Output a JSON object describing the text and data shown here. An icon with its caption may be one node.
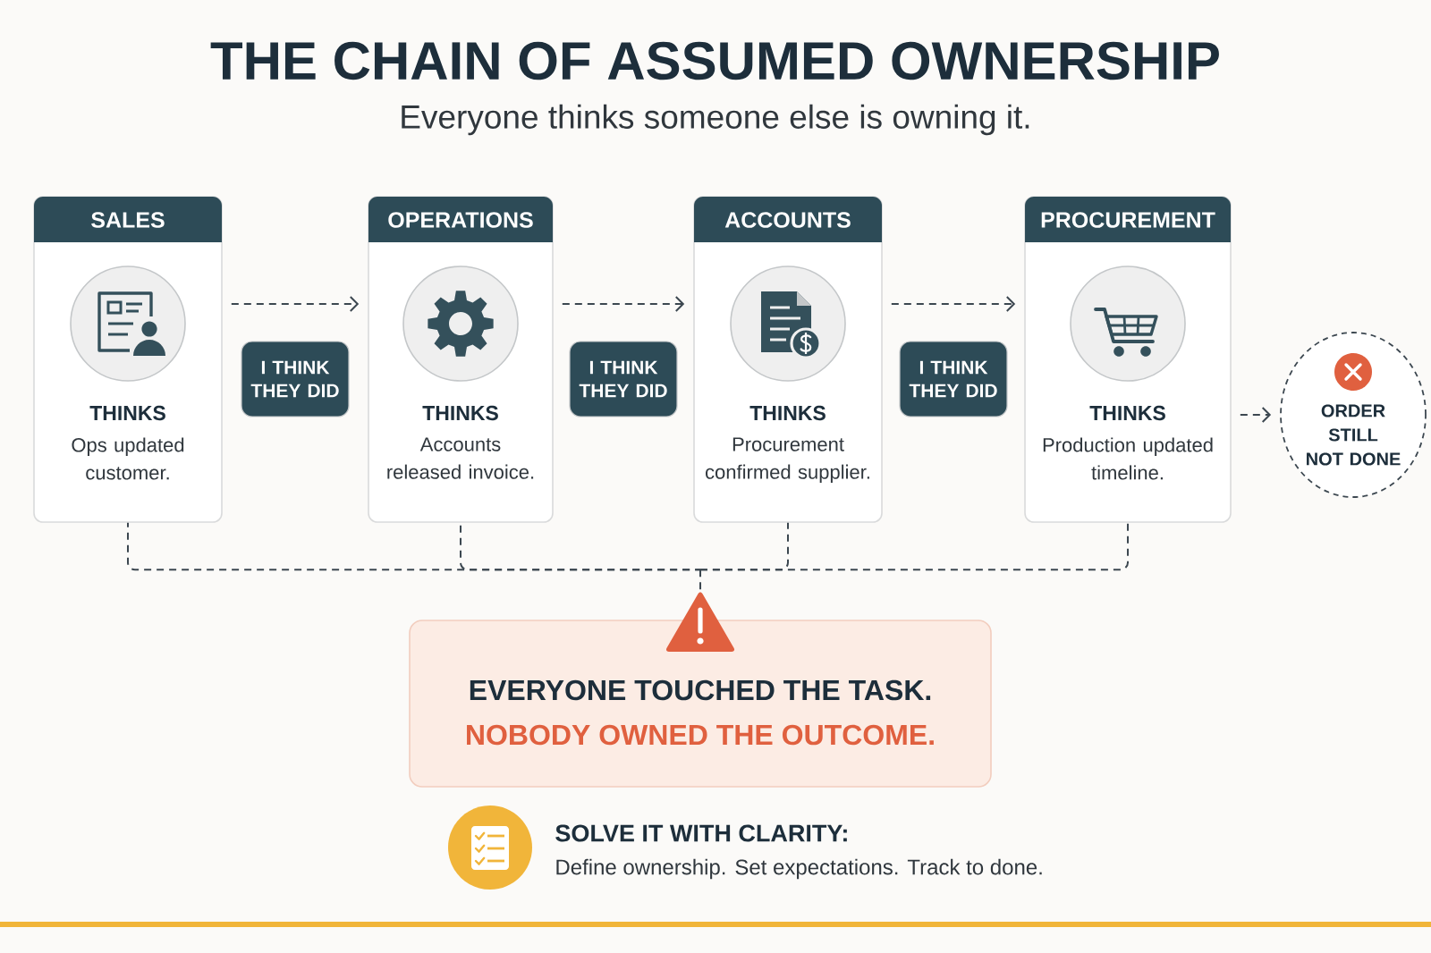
{
  "diagram": {
    "title": "THE CHAIN OF ASSUMED OWNERSHIP",
    "nodes": [
      {
        "text": [
          "SALES",
          "THINKS",
          "Ops updated customer."
        ]
      },
      {
        "text": [
          "I THINK THEY DID"
        ]
      },
      {
        "text": [
          "OPERATIONS",
          "THINKS",
          "Accounts released invoice."
        ]
      },
      {
        "text": [
          "I THINK THEY DID"
        ]
      },
      {
        "text": [
          "ACCOUNTS",
          "THINKS",
          "Procurement confirmed supplier."
        ]
      },
      {
        "text": [
          "I THINK THEY DID"
        ]
      },
      {
        "text": [
          "PROCUREMENT",
          "THINKS",
          "Production updated timeline."
        ]
      },
      {
        "text": [
          "ORDER STILL NOT DONE"
        ]
      },
      {
        "text": [
          "EVERYONE TOUCHED THE TASK.",
          "NOBODY OWNED THE OUTCOME."
        ]
      }
    ],
    "edges": [
      {
        "from": 0,
        "to": 2,
        "arrow": "to",
        "style": "dashed"
      },
      {
        "from": 2,
        "to": 4,
        "arrow": "to",
        "style": "dashed"
      },
      {
        "from": 4,
        "to": 6,
        "arrow": "to",
        "style": "dashed"
      },
      {
        "from": 6,
        "to": 7,
        "arrow": "to",
        "style": "dashed"
      },
      {
        "from": 0,
        "to": 8,
        "arrow": "none",
        "style": "dashed"
      },
      {
        "from": 2,
        "to": 8,
        "arrow": "none",
        "style": "dashed"
      },
      {
        "from": 4,
        "to": 8,
        "arrow": "none",
        "style": "dashed"
      },
      {
        "from": 6,
        "to": 8,
        "arrow": "none",
        "style": "dashed"
      }
    ],
    "labels": [
      "Everyone thinks someone else is owning it.",
      "SOLVE IT WITH CLARITY:",
      "Define ownership. Set expectations. Track to done."
    ]
  }
}
